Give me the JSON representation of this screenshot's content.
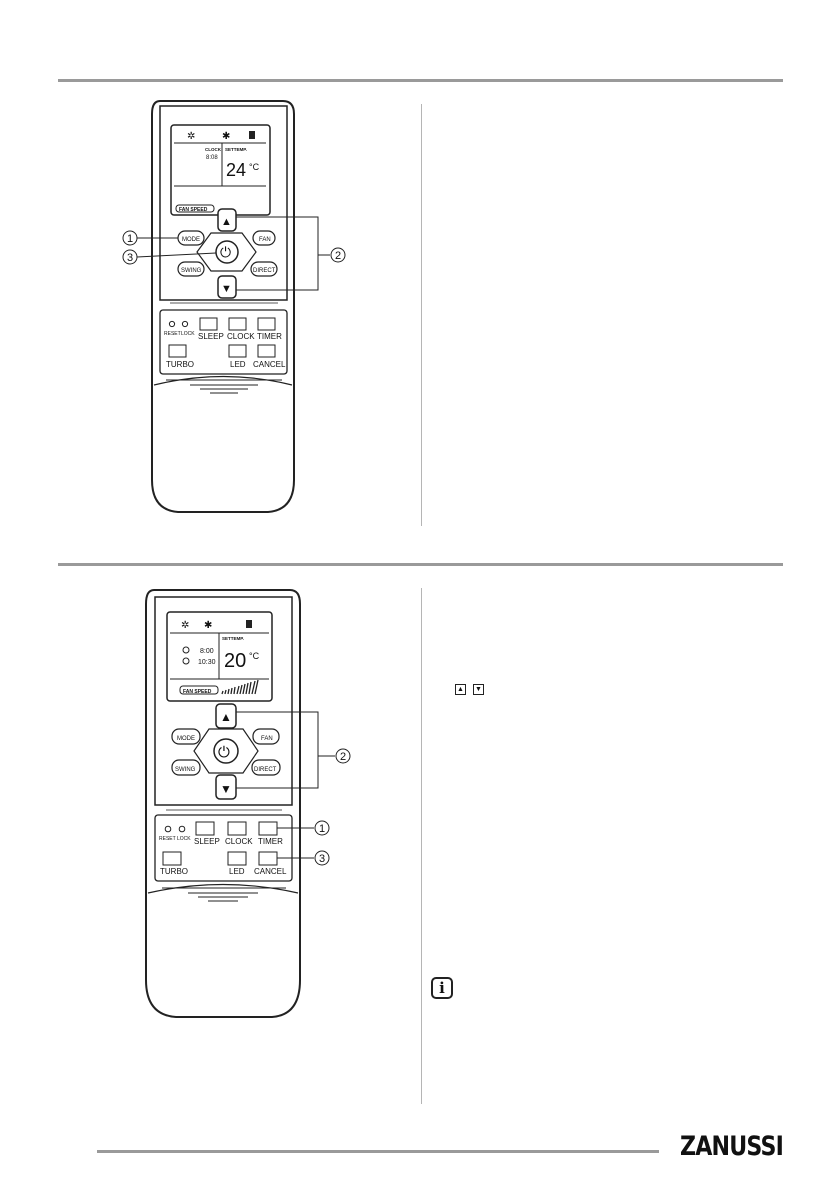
{
  "remote1": {
    "display": {
      "clock_label": "CLOCK",
      "clock_value": "8:08",
      "settemp_label": "SETTEMP.",
      "temp_value": "24",
      "temp_unit": "°C",
      "fan_speed_label": "FAN SPEED"
    },
    "buttons": {
      "up": "▲",
      "down": "▼",
      "mode": "MODE",
      "fan": "FAN",
      "swing": "SWING",
      "direct": "DIRECT",
      "reset": "RESET",
      "lock": "LOCK",
      "sleep": "SLEEP",
      "clock": "CLOCK",
      "timer": "TIMER",
      "turbo": "TURBO",
      "led": "LED",
      "cancel": "CANCEL"
    },
    "callouts": {
      "c1": "1",
      "c2": "2",
      "c3": "3"
    }
  },
  "remote2": {
    "display": {
      "settemp_label": "SETTEMP.",
      "time_on": "8:00",
      "time_off": "10:30",
      "temp_value": "20",
      "temp_unit": "°C",
      "fan_speed_label": "FAN SPEED"
    },
    "buttons": {
      "up": "▲",
      "down": "▼",
      "mode": "MODE",
      "fan": "FAN",
      "swing": "SWING",
      "direct": "DIRECT",
      "reset": "RESET",
      "lock": "LOCK",
      "sleep": "SLEEP",
      "clock": "CLOCK",
      "timer": "TIMER",
      "turbo": "TURBO",
      "led": "LED",
      "cancel": "CANCEL"
    },
    "callouts": {
      "c1": "1",
      "c2": "2",
      "c3": "3"
    }
  },
  "text_symbols": {
    "up": "▲",
    "down": "▼"
  },
  "icons": {
    "info": "i"
  },
  "footer": {
    "brand": "ZANUSSI"
  }
}
